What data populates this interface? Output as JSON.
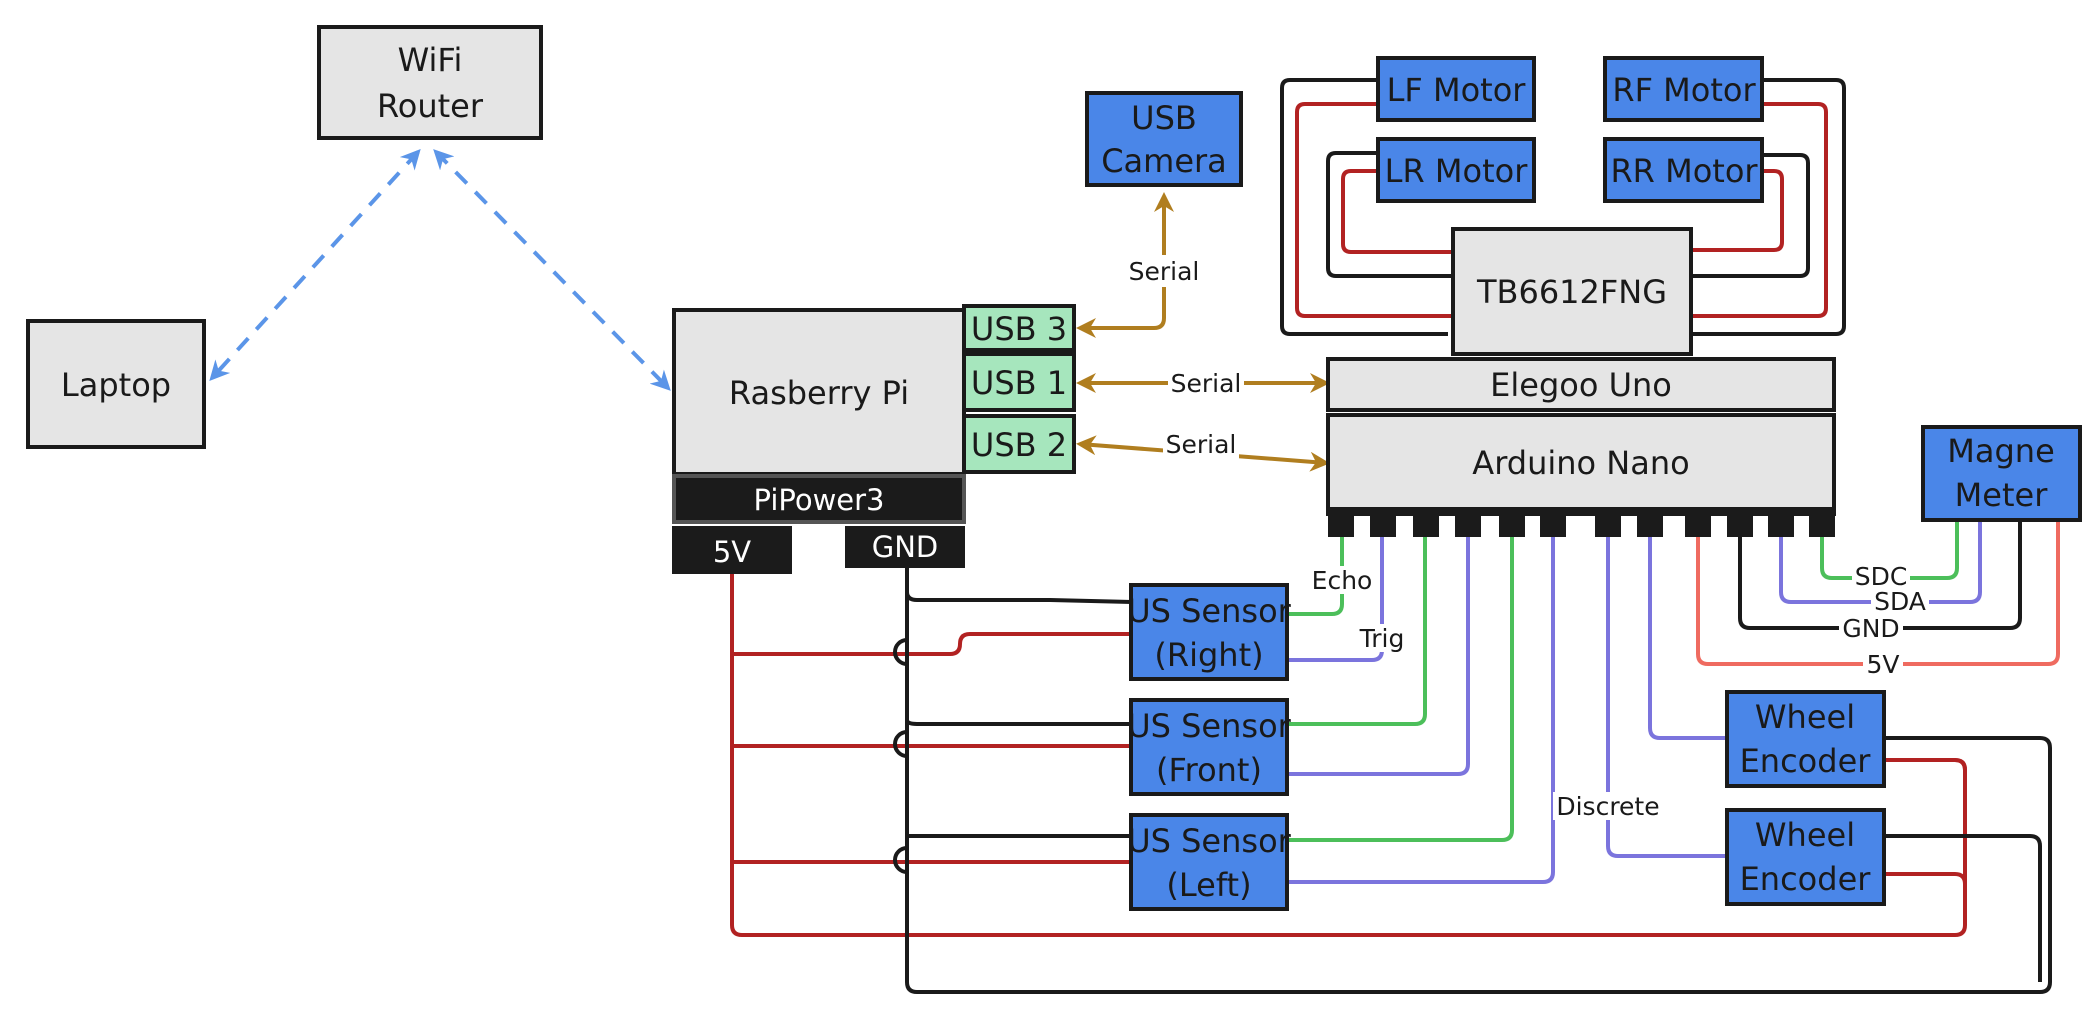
{
  "nodes": {
    "wifi_router": [
      "WiFi",
      "Router"
    ],
    "laptop": "Laptop",
    "raspberry_pi": "Rasberry Pi",
    "usb3": "USB 3",
    "usb1": "USB 1",
    "usb2": "USB 2",
    "pipower": "PiPower3",
    "pin_5v": "5V",
    "pin_gnd": "GND",
    "usb_camera": [
      "USB",
      "Camera"
    ],
    "lf_motor": "LF Motor",
    "rf_motor": "RF Motor",
    "lr_motor": "LR Motor",
    "rr_motor": "RR Motor",
    "motor_driver": "TB6612FNG",
    "elegoo_uno": "Elegoo Uno",
    "arduino_nano": "Arduino Nano",
    "magnetometer": [
      "Magne",
      "Meter"
    ],
    "us_right": [
      "US Sensor",
      "(Right)"
    ],
    "us_front": [
      "US Sensor",
      "(Front)"
    ],
    "us_left": [
      "US Sensor",
      "(Left)"
    ],
    "wheel_encoder_1": [
      "Wheel",
      "Encoder"
    ],
    "wheel_encoder_2": [
      "Wheel",
      "Encoder"
    ]
  },
  "edge_labels": {
    "camera_serial": "Serial",
    "usb1_serial": "Serial",
    "usb2_serial": "Serial",
    "echo": "Echo",
    "trig": "Trig",
    "discrete": "Discrete",
    "sdc": "SDC",
    "sda": "SDA",
    "gnd": "GND",
    "v5": "5V"
  },
  "colors": {
    "block_blue": "#4a86e8",
    "block_gray": "#e5e5e5",
    "usb_green": "#a6e6bd",
    "dark_block": "#1b1b1b",
    "wifi_dashed": "#5b95e8",
    "serial_brown": "#b07e1f",
    "power_red": "#b22222",
    "ground_black": "#1a1a1a",
    "signal_green": "#4cbf5a",
    "signal_purple": "#7b74dd",
    "magnet_5v_red": "#ef6b60"
  }
}
